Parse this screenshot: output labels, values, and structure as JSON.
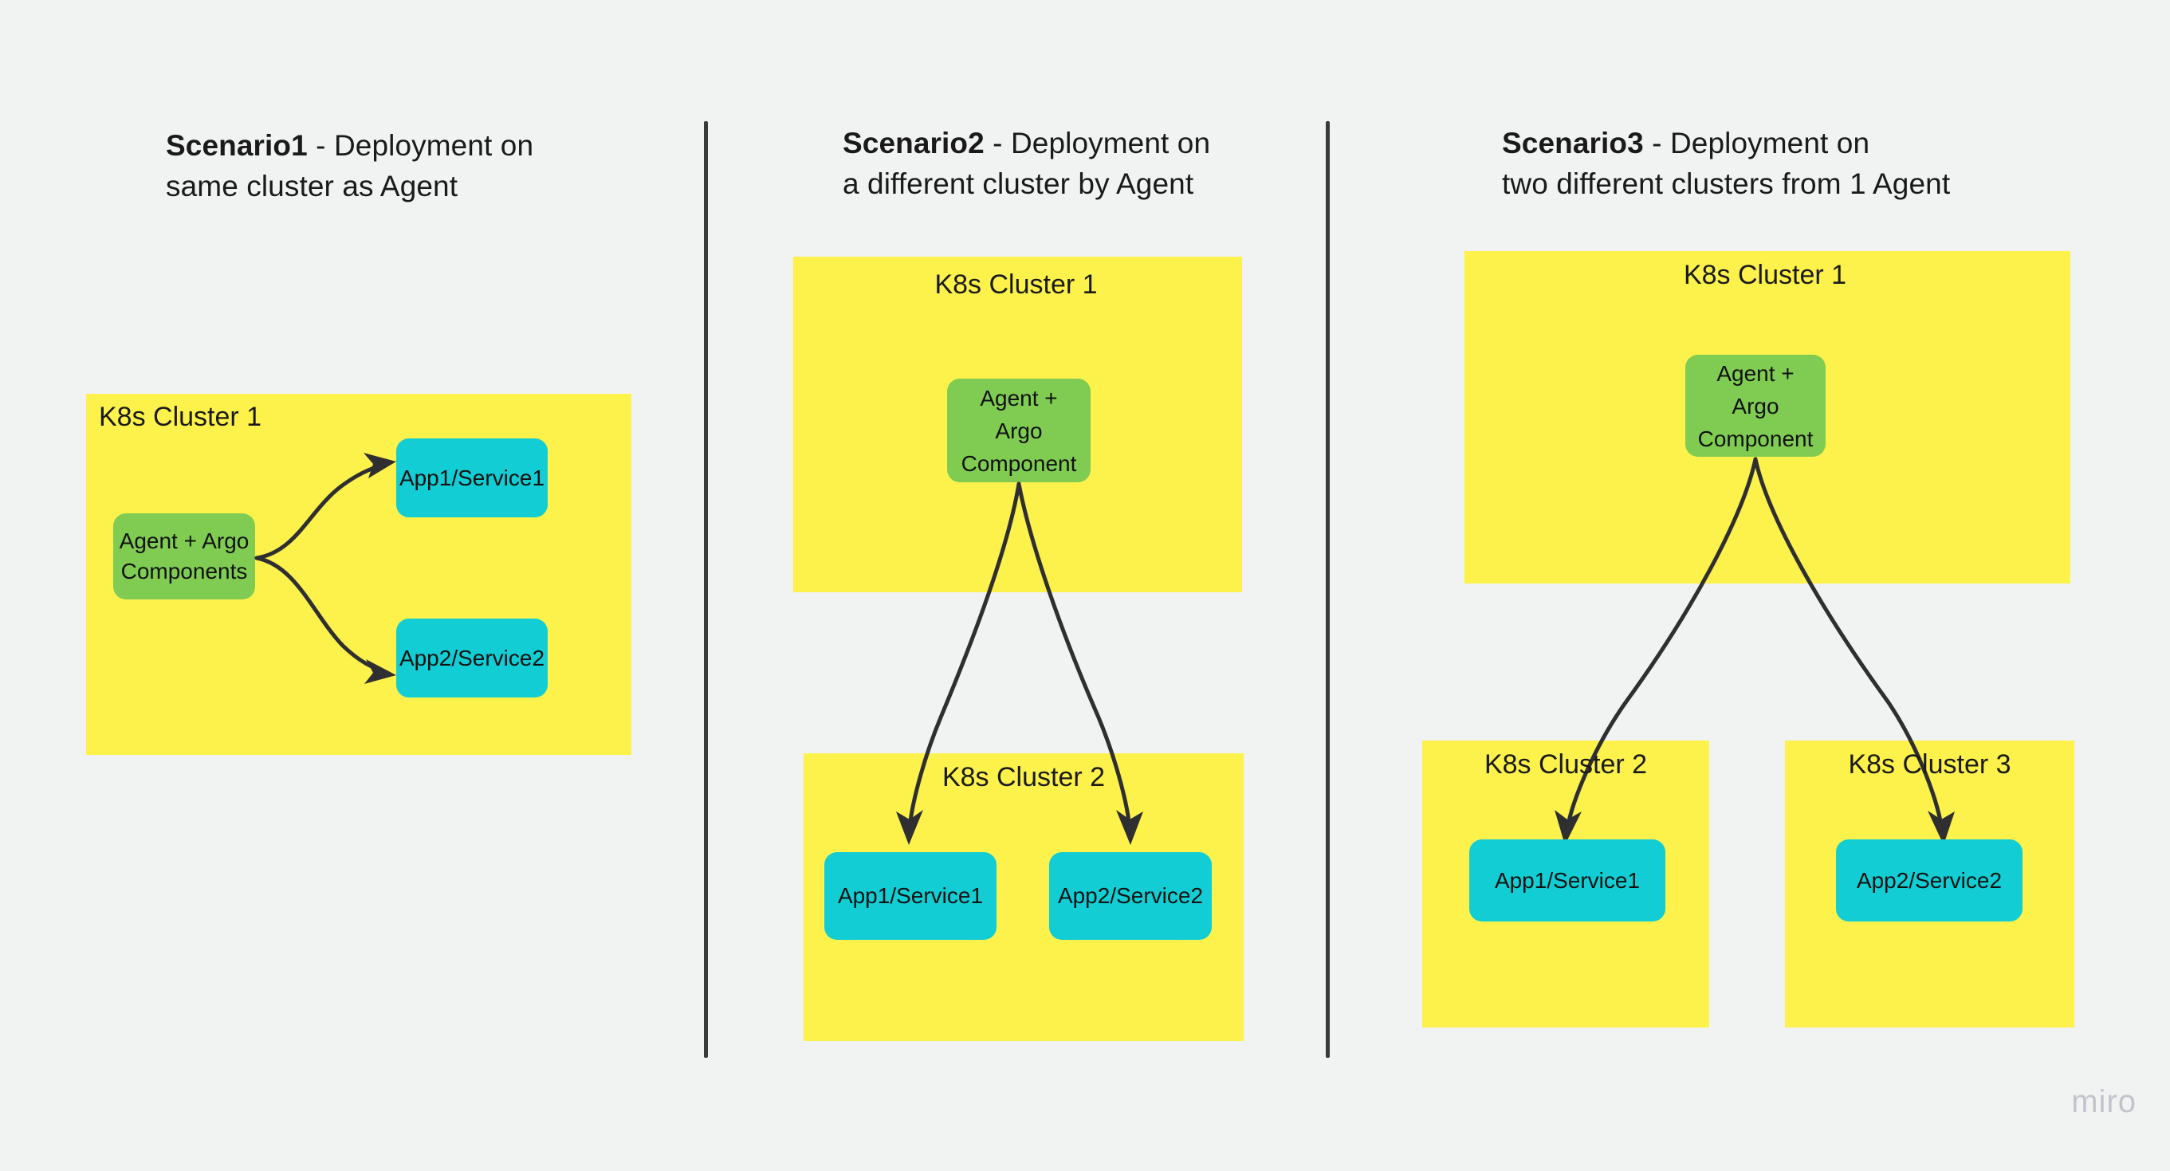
{
  "board": {
    "background_color": "#f1f2f2",
    "watermark": "miro"
  },
  "palette": {
    "cluster_yellow": "#fcf24b",
    "agent_green": "#80cc52",
    "service_cyan": "#12cdd4",
    "arrow_dark": "#2f2f31",
    "divider_dark": "#3a3a3c",
    "text_dark": "#1a1a1a",
    "watermark_gray": "#c3c3cd"
  },
  "scenarios": [
    {
      "id": "scenario1",
      "title_strong": "Scenario1",
      "title_rest": " - Deployment on\nsame cluster as Agent",
      "clusters": [
        {
          "label": "K8s Cluster 1"
        }
      ],
      "nodes": [
        {
          "label": "Agent + Argo\nComponents",
          "type": "agent"
        },
        {
          "label": "App1/Service1",
          "type": "service"
        },
        {
          "label": "App2/Service2",
          "type": "service"
        }
      ]
    },
    {
      "id": "scenario2",
      "title_strong": "Scenario2",
      "title_rest": " - Deployment on\na different cluster by Agent",
      "clusters": [
        {
          "label": "K8s Cluster 1"
        },
        {
          "label": "K8s Cluster 2"
        }
      ],
      "nodes": [
        {
          "label": "Agent +\nArgo\nComponent",
          "type": "agent"
        },
        {
          "label": "App1/Service1",
          "type": "service"
        },
        {
          "label": "App2/Service2",
          "type": "service"
        }
      ]
    },
    {
      "id": "scenario3",
      "title_strong": "Scenario3",
      "title_rest": " - Deployment on\ntwo different clusters from 1 Agent",
      "clusters": [
        {
          "label": "K8s Cluster 1"
        },
        {
          "label": "K8s Cluster 2"
        },
        {
          "label": "K8s Cluster 3"
        }
      ],
      "nodes": [
        {
          "label": "Agent +\nArgo\nComponent",
          "type": "agent"
        },
        {
          "label": "App1/Service1",
          "type": "service"
        },
        {
          "label": "App2/Service2",
          "type": "service"
        }
      ]
    }
  ]
}
